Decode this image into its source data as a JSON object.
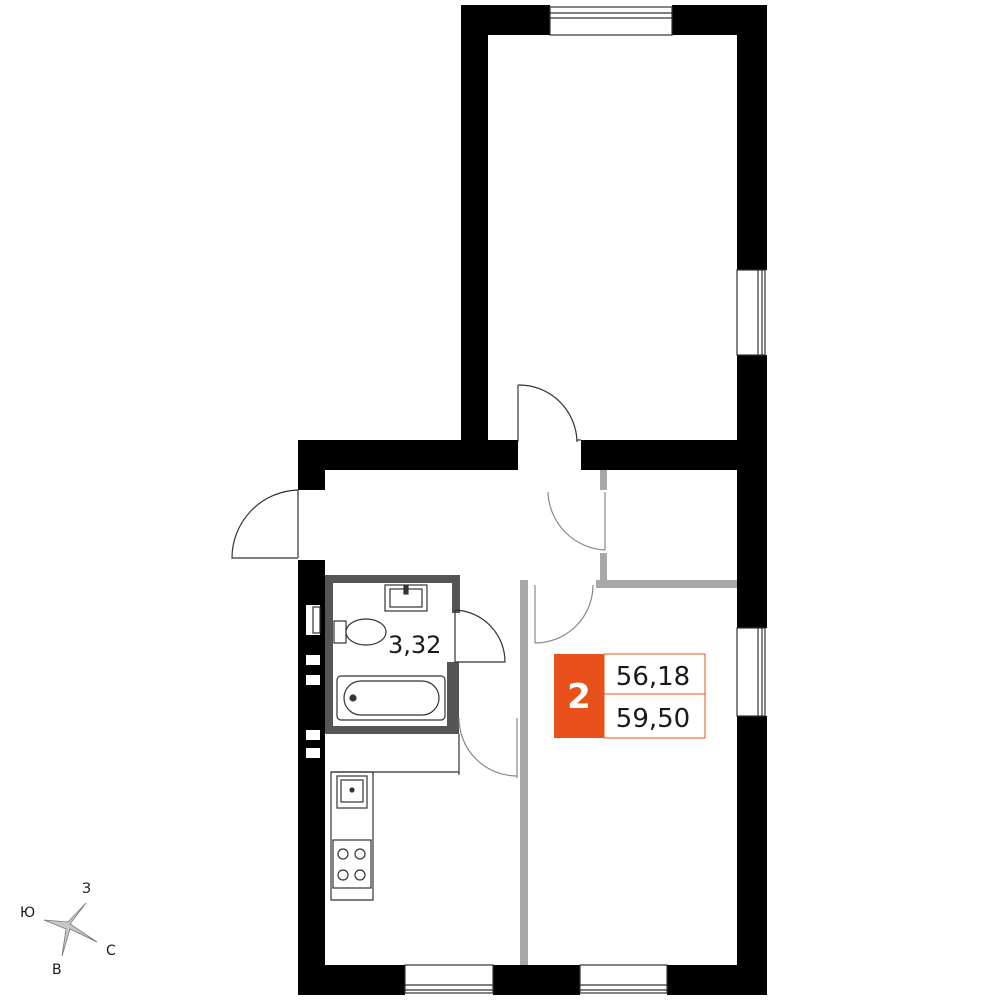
{
  "apartment": {
    "rooms_count": "2",
    "living_area": "56,18",
    "total_area": "59,50",
    "badge_color": "#e8501c"
  },
  "rooms": {
    "bathroom_area": "3,32"
  },
  "compass": {
    "north": "С",
    "south": "Ю",
    "east": "В",
    "west": "З"
  },
  "colors": {
    "wall": "#000000",
    "partition": "#555555",
    "light_partition": "#a8a8a8",
    "fixture_line": "#333333"
  }
}
